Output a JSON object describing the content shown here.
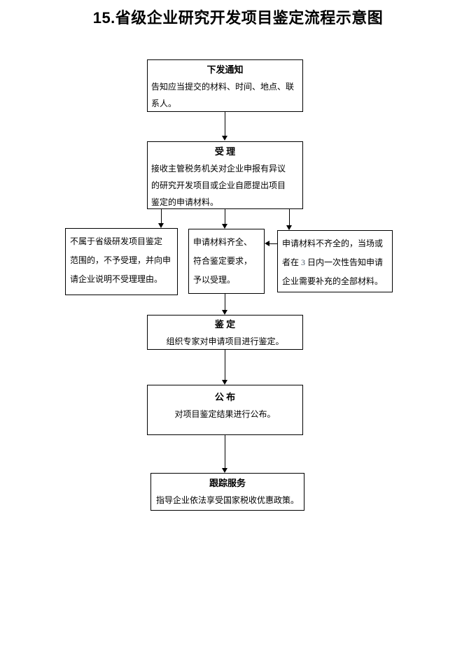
{
  "title": "15.省级企业研究开发项目鉴定流程示意图",
  "colors": {
    "line": "#000000",
    "background": "#ffffff",
    "text": "#000000"
  },
  "flowchart": {
    "nodes": {
      "notify": {
        "title": "下发通知",
        "body": "告知应当提交的材料、时间、地点、联\n系人。"
      },
      "accept": {
        "title": "受 理",
        "body": "接收主管税务机关对企业申报有异议\n的研究开发项目或企业自愿提出项目\n鉴定的申请材料。"
      },
      "reject": {
        "body": "不属于省级研发项目鉴定\n范围的，不予受理，并向申\n请企业说明不受理理由。"
      },
      "complete": {
        "body": "申请材料齐全、\n符合鉴定要求，\n予以受理。"
      },
      "incomplete": {
        "body_pre": "申请材料不齐全的，当场或\n者在 ",
        "body_num": "3",
        "body_post": " 日内一次性告知申请\n企业需要补充的全部材料。"
      },
      "appraise": {
        "title": "鉴 定",
        "body": "组织专家对申请项目进行鉴定。"
      },
      "publish": {
        "title": "公 布",
        "body": "对项目鉴定结果进行公布。"
      },
      "track": {
        "title": "跟踪服务",
        "body": "指导企业依法享受国家税收优惠政策。"
      }
    }
  }
}
